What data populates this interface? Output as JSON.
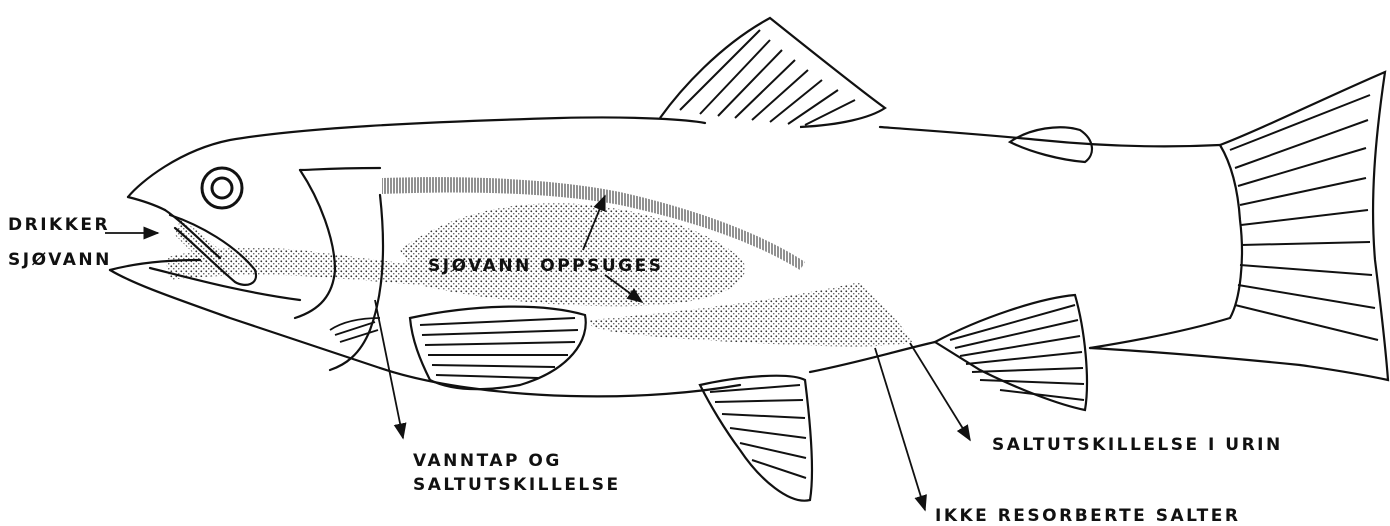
{
  "labels": {
    "drikker_line1": "DRIKKER",
    "drikker_line2": "SJØVANN",
    "oppsuges": "SJØVANN OPPSUGES",
    "vanntap_line1": "VANNTAP OG",
    "vanntap_line2": "SALTUTSKILLELSE",
    "urin": "SALTUTSKILLELSE I URIN",
    "ikke_resorberte": "IKKE RESORBERTE SALTER"
  },
  "colors": {
    "ink": "#111111",
    "stipple": "#333333",
    "background": "#ffffff"
  }
}
